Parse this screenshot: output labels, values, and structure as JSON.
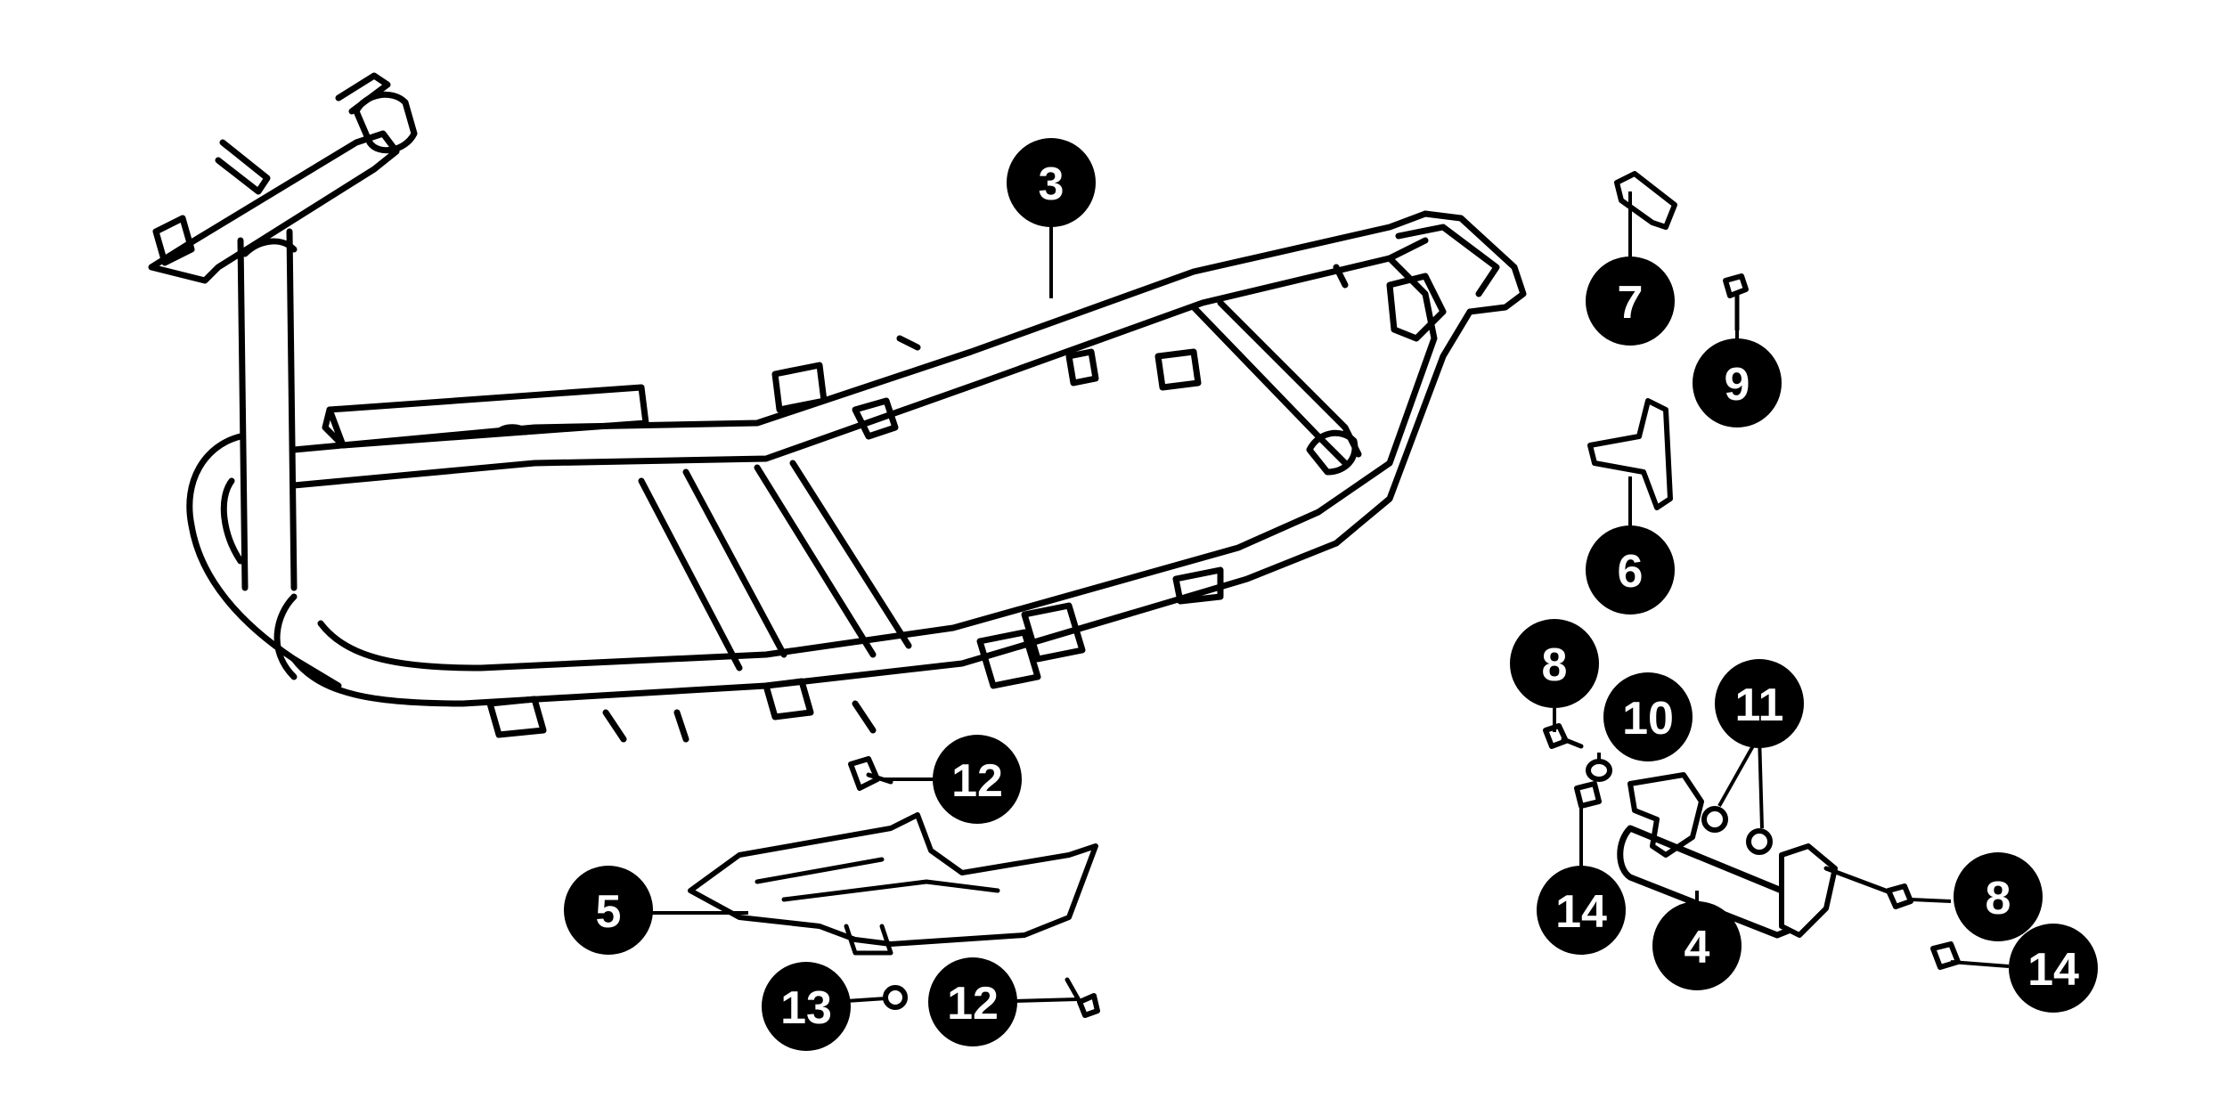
{
  "callouts": [
    {
      "id": "c3",
      "label": "3"
    },
    {
      "id": "c7",
      "label": "7"
    },
    {
      "id": "c9",
      "label": "9"
    },
    {
      "id": "c6",
      "label": "6"
    },
    {
      "id": "c8a",
      "label": "8"
    },
    {
      "id": "c10",
      "label": "10"
    },
    {
      "id": "c11",
      "label": "11"
    },
    {
      "id": "c12a",
      "label": "12"
    },
    {
      "id": "c5",
      "label": "5"
    },
    {
      "id": "c14a",
      "label": "14"
    },
    {
      "id": "c4",
      "label": "4"
    },
    {
      "id": "c8b",
      "label": "8"
    },
    {
      "id": "c14b",
      "label": "14"
    },
    {
      "id": "c13",
      "label": "13"
    },
    {
      "id": "c12b",
      "label": "12"
    }
  ],
  "colors": {
    "ink": "#000000",
    "paper": "#ffffff"
  }
}
